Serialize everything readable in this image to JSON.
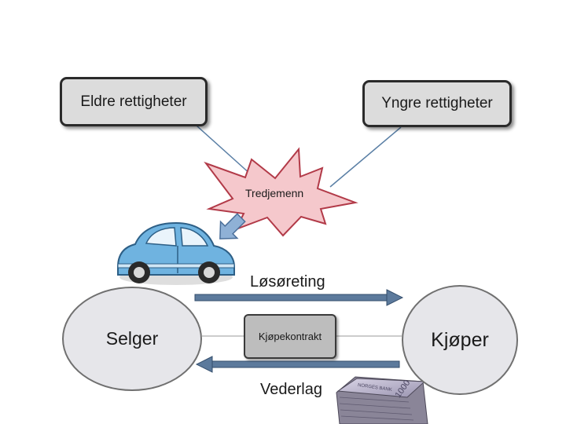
{
  "boxes": {
    "eldre": "Eldre rettigheter",
    "yngre": "Yngre rettigheter"
  },
  "burst": {
    "label": "Tredjemenn"
  },
  "parties": {
    "seller": "Selger",
    "buyer": "Kjøper",
    "contract": "Kjøpekontrakt"
  },
  "flows": {
    "goods": "Løsøreting",
    "payment": "Vederlag"
  },
  "illustrations": {
    "car": "blue-beetle-car",
    "money": "banknote-stack",
    "money_marks": [
      "1000",
      "NORGES BANK"
    ]
  }
}
